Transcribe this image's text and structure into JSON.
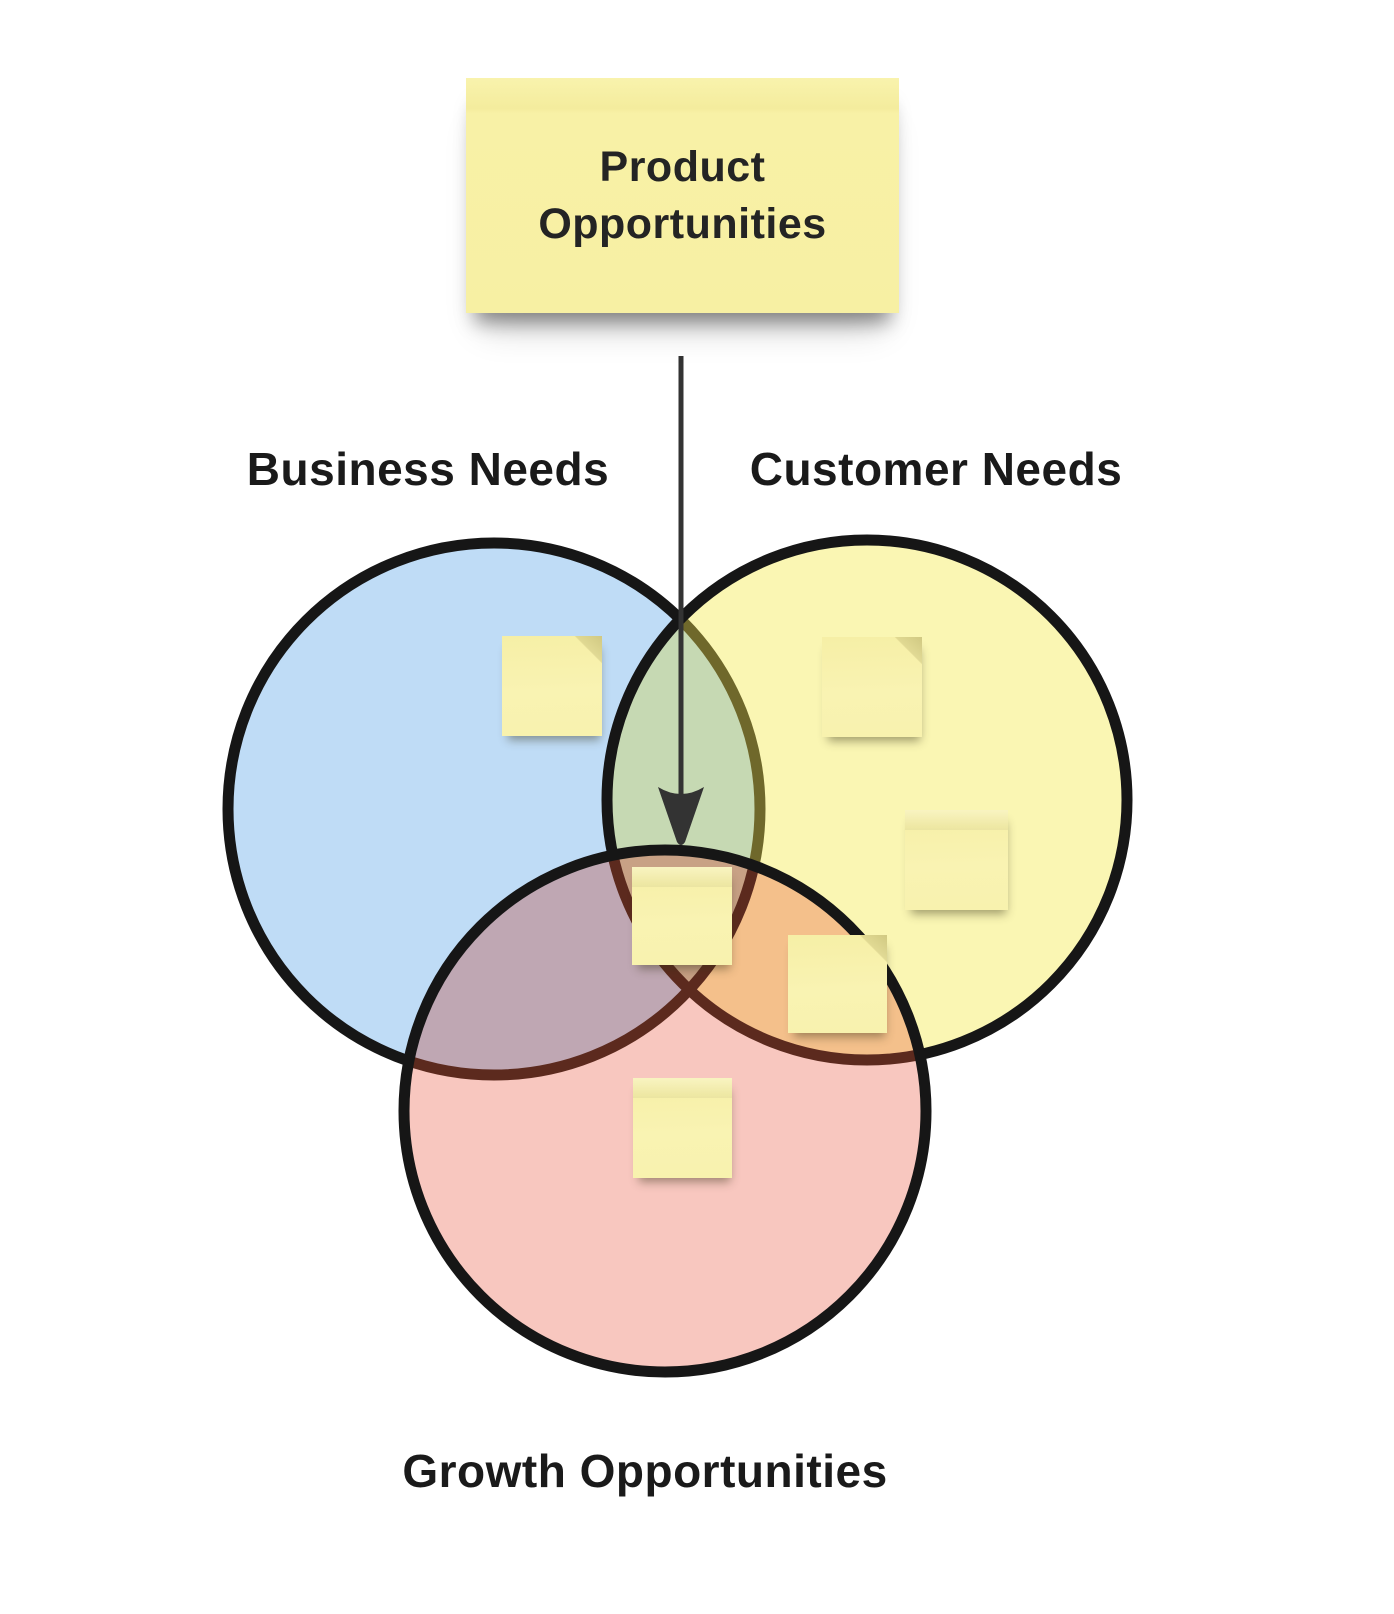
{
  "title_note": {
    "line1": "Product",
    "line2": "Opportunities"
  },
  "labels": {
    "business": "Business Needs",
    "customer": "Customer Needs",
    "growth": "Growth Opportunities"
  },
  "colors": {
    "background": "#ffffff",
    "circle_stroke": "#161616",
    "business_fill": "#bfdcf6",
    "customer_fill": "#faf6b3",
    "growth_fill": "#f8c7bf",
    "business_customer_overlap": "#c6d9b3",
    "business_growth_overlap": "#bfa7b3",
    "customer_growth_overlap": "#f4c08b",
    "triple_overlap": "#c8a185",
    "arc_tint_olive": "#6f682b",
    "arc_tint_maroon": "#5c2a1e",
    "arrow": "#333333",
    "note_background": "#f7f0a3",
    "label_text": "#1a1a1a",
    "note_text": "#242424"
  },
  "sticky_notes": [
    {
      "region": "business"
    },
    {
      "region": "customer"
    },
    {
      "region": "customer"
    },
    {
      "region": "center-triple-overlap"
    },
    {
      "region": "customer-growth-overlap"
    },
    {
      "region": "growth"
    }
  ]
}
